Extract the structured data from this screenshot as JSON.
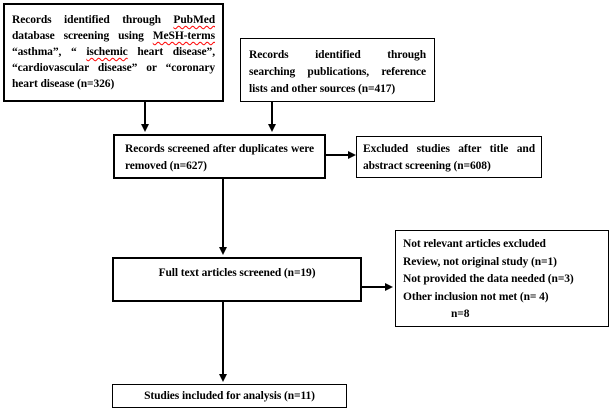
{
  "diagram": {
    "colors": {
      "border": "#000000",
      "text": "#000000",
      "background": "#ffffff",
      "spellcheck_underline": "#ff0000"
    },
    "boxes": {
      "pubmed": {
        "segments": [
          {
            "text": "Records identified through "
          },
          {
            "text": "PubMed",
            "spellcheck": true
          },
          {
            "text": " database screening using "
          },
          {
            "text": "MeSH-terms",
            "spellcheck": true
          },
          {
            "text": " “asthma”,  “ "
          },
          {
            "text": "ischemic",
            "spellcheck": true
          },
          {
            "text": " heart disease”, “cardiovascular disease” or “coronary heart disease (n=326)"
          }
        ]
      },
      "other_sources": {
        "text": "Records identified through searching publications, reference lists and other sources (n=417)"
      },
      "screened": {
        "text": "Records screened after duplicates were removed (n=627)"
      },
      "excluded_title_abstract": {
        "text": "Excluded studies after title and abstract screening (n=608)"
      },
      "full_text": {
        "text": "Full text articles screened (n=19)"
      },
      "not_relevant": {
        "lines": [
          "Not relevant articles excluded",
          "Review, not original study (n=1)",
          "Not provided the data needed (n=3)",
          "Other inclusion not met (n= 4)",
          "n=8"
        ]
      },
      "included": {
        "text": "Studies included for analysis (n=11)"
      }
    }
  }
}
